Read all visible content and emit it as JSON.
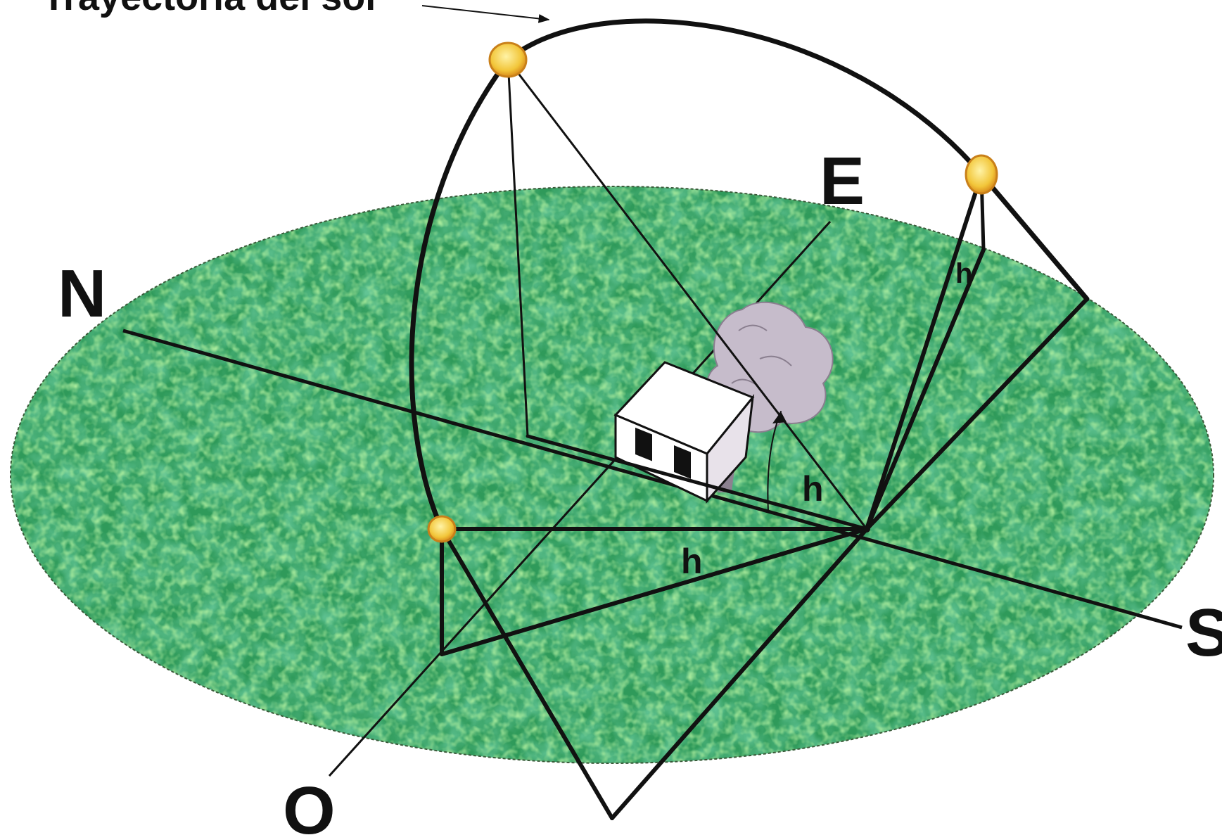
{
  "title": "Trayectoria del sol",
  "labels": {
    "north": "N",
    "east": "E",
    "south": "S",
    "west": "O",
    "altitude_main": "h",
    "altitude_low": "h",
    "altitude_high": "h"
  },
  "colors": {
    "ground_base": "#2f9a5a",
    "ground_light": "#6fd66a",
    "ground_dark": "#1b6b62",
    "line": "#111111",
    "sun": "#f2c63a",
    "sun_edge": "#d98a1a",
    "house_wall": "#ffffff",
    "tree": "#b9aebb"
  },
  "icons": {
    "sun_positions": "sun-dot-icon",
    "house": "house-icon",
    "tree": "tree-icon"
  }
}
